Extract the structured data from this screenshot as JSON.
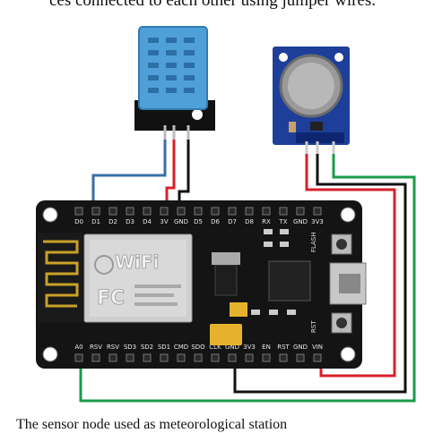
{
  "intro_text": "ces connected to each other using jumper wires.",
  "caption": "The sensor node used as meteorological station",
  "board": {
    "top_pins": [
      "D0",
      "D1",
      "D2",
      "D3",
      "D4",
      "3V",
      "GND",
      "D5",
      "D6",
      "D7",
      "D8",
      "RX",
      "TX",
      "GND",
      "3V3"
    ],
    "bottom_pins": [
      "A0",
      "RSV",
      "RSV",
      "SD3",
      "SD2",
      "SD1",
      "CMD",
      "SDO",
      "CLK",
      "GND",
      "3V3",
      "EN",
      "RST",
      "GND",
      "VIN"
    ],
    "module_label": "WiFi",
    "fc_mark": "FC",
    "flash_label": "FLASH",
    "rst_label": "RST"
  },
  "colors": {
    "board": "#141414",
    "dht_body": "#4f9fd8",
    "gas_board": "#1d3f9a",
    "wire_blue": "#3a6ea5",
    "wire_red": "#d8202a",
    "wire_black": "#111111",
    "wire_green": "#1a9a4a"
  }
}
